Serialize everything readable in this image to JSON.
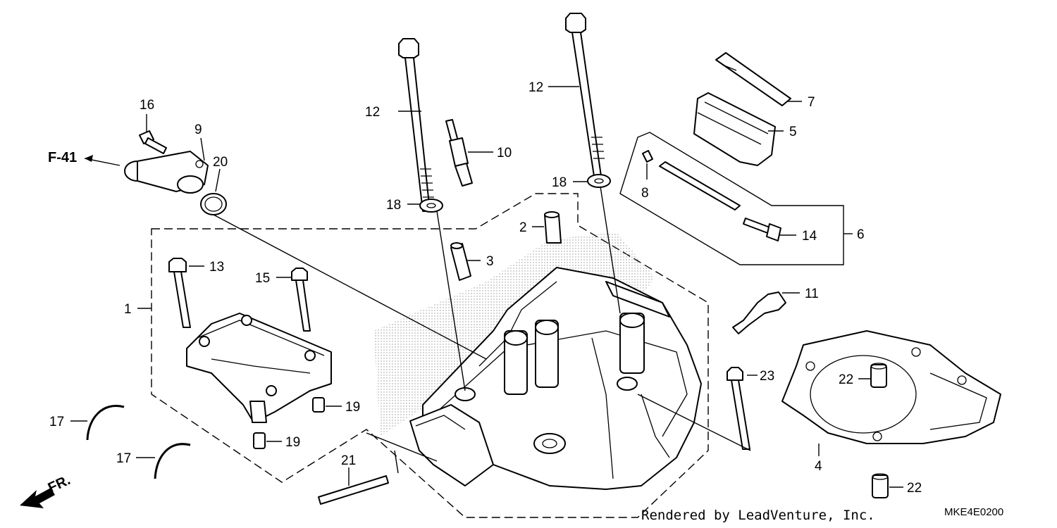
{
  "callouts": {
    "p1": "1",
    "p2": "2",
    "p3": "3",
    "p4": "4",
    "p5": "5",
    "p6": "6",
    "p7": "7",
    "p8": "8",
    "p9": "9",
    "p10": "10",
    "p11": "11",
    "p12a": "12",
    "p12b": "12",
    "p13": "13",
    "p14": "14",
    "p15": "15",
    "p16": "16",
    "p17a": "17",
    "p17b": "17",
    "p18a": "18",
    "p18b": "18",
    "p19a": "19",
    "p19b": "19",
    "p20": "20",
    "p21": "21",
    "p22a": "22",
    "p22b": "22",
    "p23": "23"
  },
  "ref_label": "F-41",
  "front_label": "FR.",
  "credit": "Rendered by LeadVenture, Inc.",
  "diagram_code": "MKE4E0200"
}
